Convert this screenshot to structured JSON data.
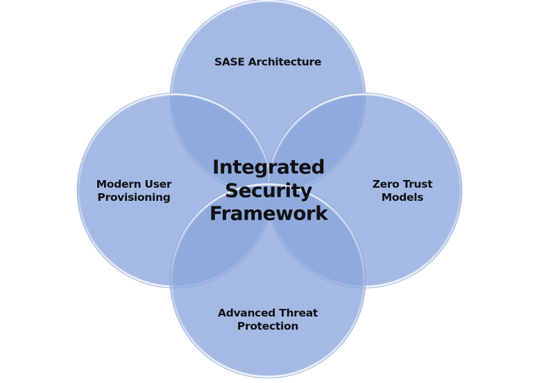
{
  "diagram": {
    "type": "venn-4-circle",
    "center": {
      "lines": [
        "Integrated",
        "Security",
        "Framework"
      ]
    },
    "circles": [
      {
        "id": "top",
        "lines": [
          "SASE Architecture"
        ]
      },
      {
        "id": "left",
        "lines": [
          "Modern User",
          "Provisioning"
        ]
      },
      {
        "id": "right",
        "lines": [
          "Zero Trust",
          "Models"
        ]
      },
      {
        "id": "bottom",
        "lines": [
          "Advanced Threat",
          "Protection"
        ]
      }
    ],
    "colors": {
      "circle_fill": "#8aa5dc",
      "circle_fill_opacity": 0.8,
      "overlap_tint": "#7196d6",
      "rim_highlight": "#ffffff",
      "rim_shadow": "#6d87bf",
      "text": "#111111",
      "background": "#ffffff"
    }
  }
}
